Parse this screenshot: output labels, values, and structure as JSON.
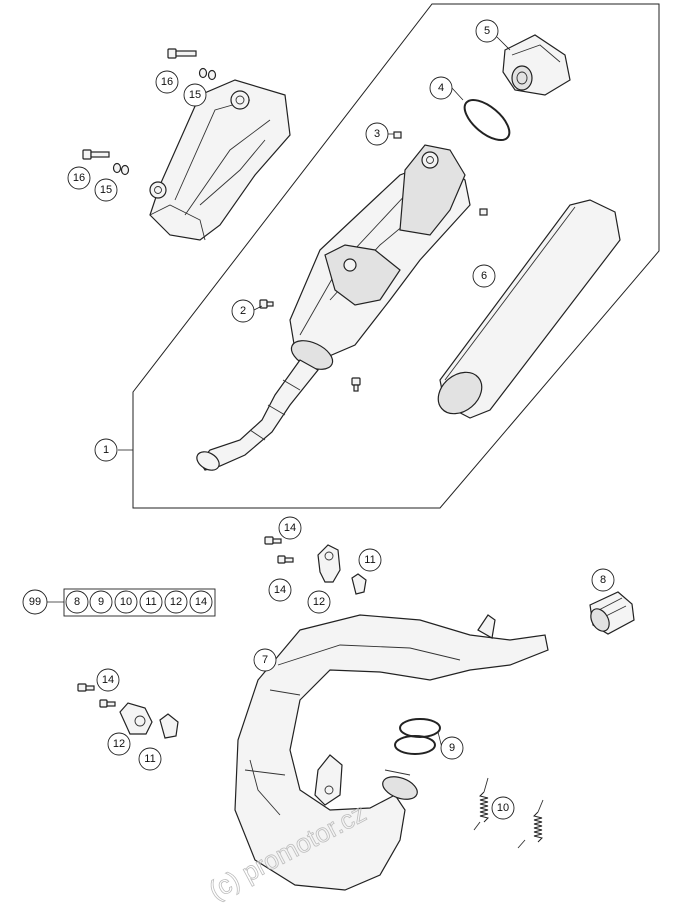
{
  "callouts": {
    "c1": "1",
    "c2": "2",
    "c3": "3",
    "c4": "4",
    "c5": "5",
    "c6": "6",
    "c7": "7",
    "c8": "8",
    "c9": "9",
    "c10": "10",
    "c11a": "11",
    "c11b": "11",
    "c12a": "12",
    "c12b": "12",
    "c14a": "14",
    "c14b": "14",
    "c14c": "14",
    "c15a": "15",
    "c15b": "15",
    "c16a": "16",
    "c16b": "16"
  },
  "kit": {
    "label": "99",
    "items": [
      "8",
      "9",
      "10",
      "11",
      "12",
      "14"
    ]
  },
  "watermark": "(c) promotor.cz"
}
